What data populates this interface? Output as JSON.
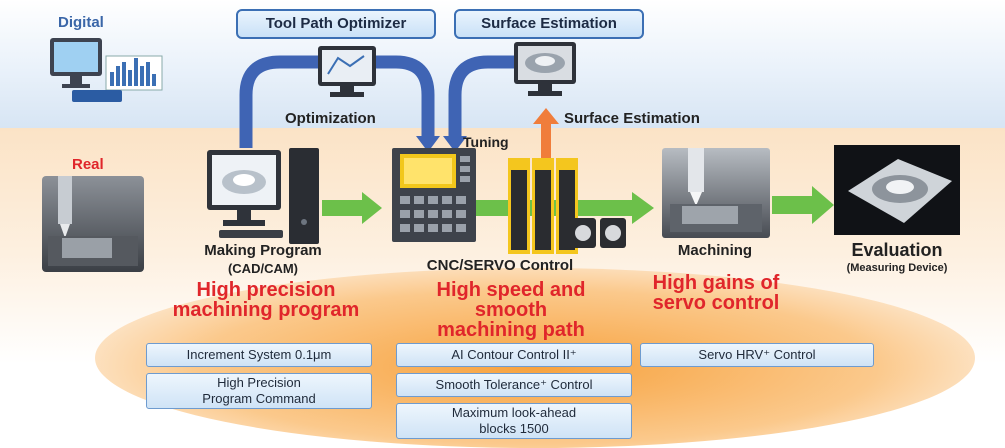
{
  "zones": {
    "digital": "Digital",
    "real": "Real"
  },
  "software_boxes": {
    "tool_path": "Tool Path Optimizer",
    "surface": "Surface Estimation"
  },
  "flow_labels": {
    "optimization": "Optimization",
    "tuning": "Tuning",
    "surface_estimation": "Surface Estimation"
  },
  "stages": {
    "making_program": {
      "title": "Making Program",
      "subtitle": "(CAD/CAM)"
    },
    "cnc": {
      "title": "CNC/SERVO Control"
    },
    "machining": {
      "title": "Machining"
    },
    "evaluation": {
      "title": "Evaluation",
      "subtitle": "(Measuring Device)"
    }
  },
  "highlights": {
    "program": [
      "High precision",
      "machining program"
    ],
    "cnc": [
      "High speed and",
      "smooth",
      "machining path"
    ],
    "servo": [
      "High gains of",
      "servo control"
    ]
  },
  "features": {
    "increment": "Increment System 0.1μm",
    "high_precision": [
      "High Precision",
      "Program Command"
    ],
    "ai_contour": "AI Contour Control II⁺",
    "smooth_tol": "Smooth Tolerance⁺ Control",
    "lookahead": [
      "Maximum look-ahead",
      "blocks 1500"
    ],
    "servo_hrv": "Servo HRV⁺ Control"
  },
  "colors": {
    "arrow_blue": "#3f64b4",
    "arrow_green": "#6cc04a",
    "arrow_orange": "#f07d3b",
    "highlight_red": "#e0262b"
  },
  "icons": [
    "digital-pc-icon",
    "machine-photo-icon",
    "cad-workstation-icon",
    "optimizer-monitor-icon",
    "surface-monitor-icon",
    "cnc-panel-icon",
    "servo-amplifier-icon",
    "servo-motor-icon",
    "machining-photo-icon",
    "workpiece-photo-icon"
  ]
}
